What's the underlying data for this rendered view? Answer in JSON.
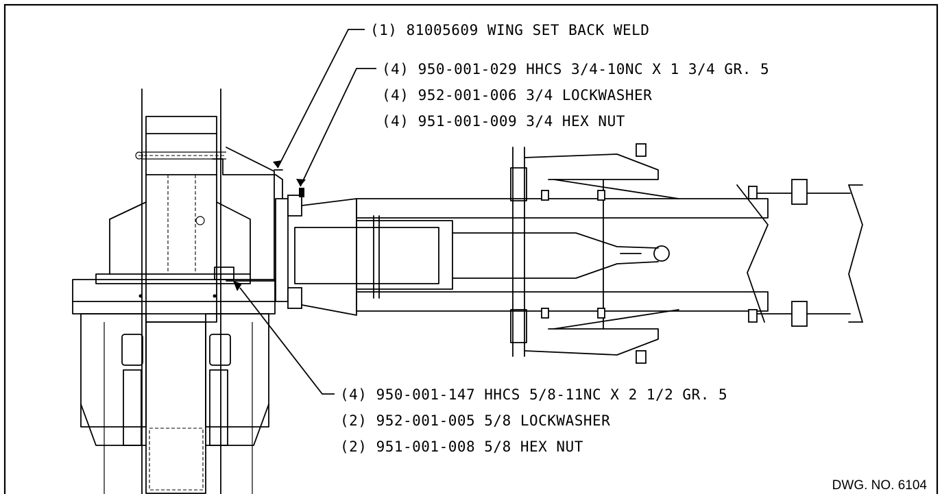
{
  "callouts": {
    "wing_weld": "(1) 81005609 WING SET BACK WELD",
    "bolt_group_upper": [
      "(4) 950-001-029 HHCS 3/4-10NC X 1 3/4 GR. 5",
      "(4) 952-001-006 3/4 LOCKWASHER",
      "(4) 951-001-009 3/4 HEX NUT"
    ],
    "bolt_group_lower": [
      "(4) 950-001-147 HHCS 5/8-11NC X 2 1/2 GR. 5",
      "(2) 952-001-005 5/8 LOCKWASHER",
      "(2) 951-001-008 5/8 HEX NUT"
    ]
  },
  "drawing_number": "DWG. NO. 6104"
}
